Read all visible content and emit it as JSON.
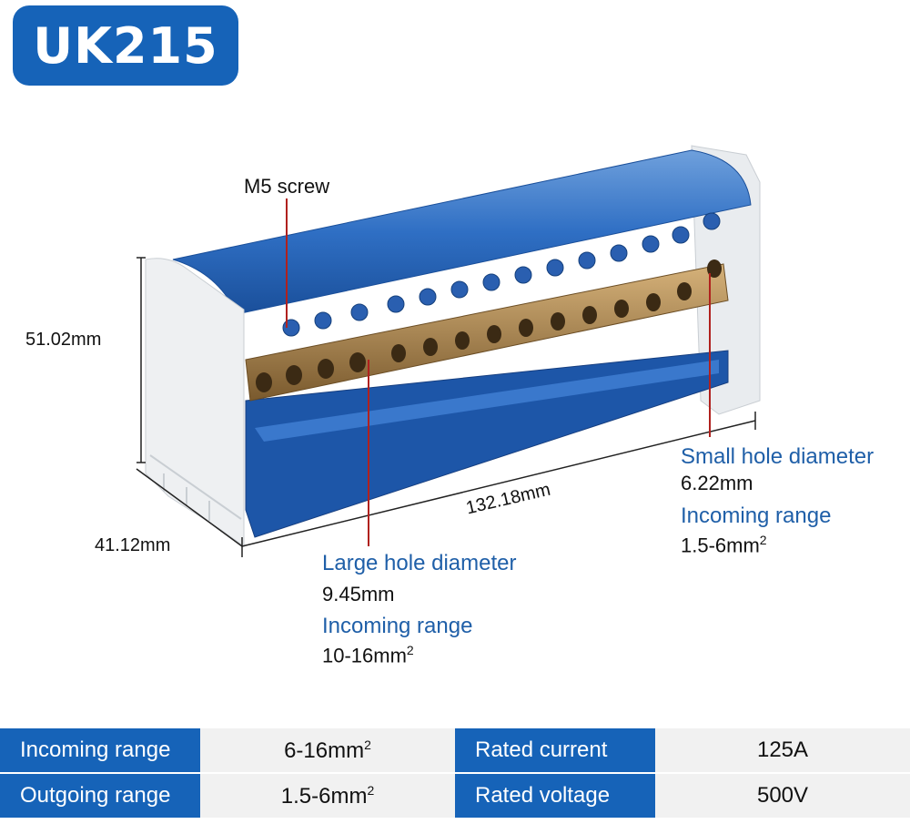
{
  "title": "UK215",
  "labels": {
    "screw": "M5 screw",
    "height": "51.02mm",
    "depth": "41.12mm",
    "length": "132.18mm",
    "small_hole": {
      "title": "Small hole diameter",
      "value": "6.22mm",
      "range_title": "Incoming range",
      "range_value": "1.5-6mm",
      "range_sup": "2"
    },
    "large_hole": {
      "title": "Large hole diameter",
      "value": "9.45mm",
      "range_title": "Incoming range",
      "range_value": "10-16mm",
      "range_sup": "2"
    }
  },
  "specs": [
    {
      "label": "Incoming range",
      "value": "6-16mm",
      "sup": "2",
      "label2": "Rated current",
      "value2": "125A"
    },
    {
      "label": "Outgoing range",
      "value": "1.5-6mm",
      "sup": "2",
      "label2": "Rated voltage",
      "value2": "500V"
    }
  ],
  "colors": {
    "accent": "#1663b8",
    "cover": "#2f6fc4",
    "brass": "#b08a52"
  }
}
